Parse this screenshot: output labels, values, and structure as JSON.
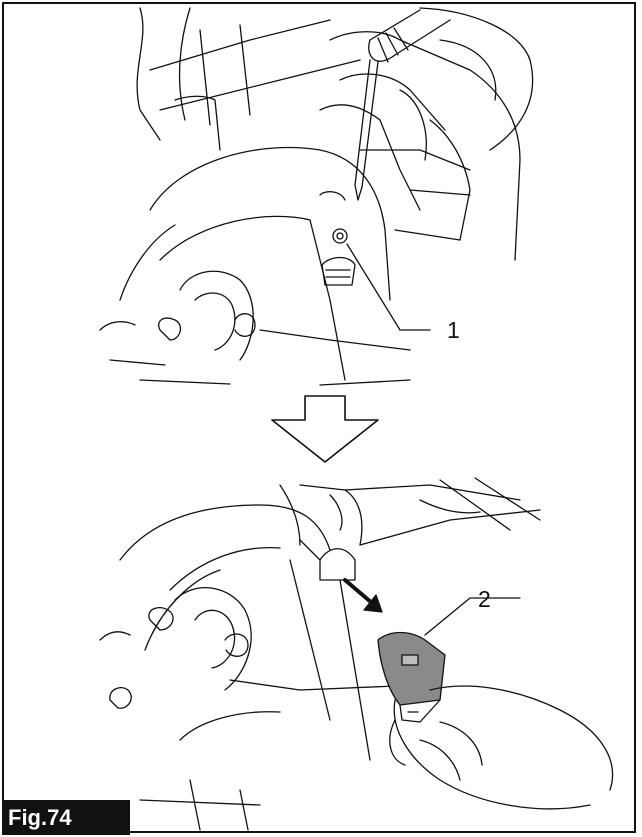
{
  "figure": {
    "label": "Fig.74",
    "callouts": [
      "1",
      "2"
    ]
  },
  "colors": {
    "line": "#111111",
    "background": "#ffffff",
    "label_bg": "#111111",
    "label_text": "#ffffff",
    "part_fill": "#8a8a8a"
  },
  "icons": {
    "step_arrow": "down-arrow-outline",
    "direction_arrow": "solid-arrow"
  }
}
